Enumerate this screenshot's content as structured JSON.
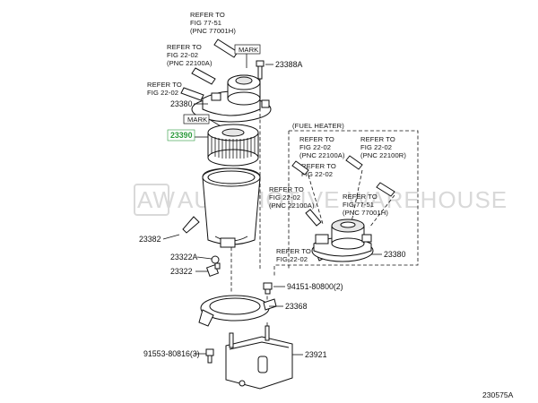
{
  "watermark": {
    "logo": "AW",
    "text": "AUTOMOTIVE WAREHOUSE"
  },
  "refs": [
    {
      "line1": "REFER TO",
      "line2": "FIG 77-51",
      "line3": "(PNC 77001H)"
    },
    {
      "line1": "REFER TO",
      "line2": "FIG 22-02",
      "line3": "(PNC 22100A)"
    },
    {
      "line1": "REFER TO",
      "line2": "FIG 22-02",
      "line3": ""
    },
    {
      "line1": "REFER TO",
      "line2": "FIG 22-02",
      "line3": "(PNC 22100A)"
    },
    {
      "line1": "REFER TO",
      "line2": "FIG 22-02",
      "line3": "(PNC 22100R)"
    },
    {
      "line1": "REFER TO",
      "line2": "FIG 22-02",
      "line3": ""
    },
    {
      "line1": "REFER TO",
      "line2": "FIG 22-02",
      "line3": "(PNC 22100A)"
    },
    {
      "line1": "REFER TO",
      "line2": "FIG 77-51",
      "line3": "(PNC 77001H)"
    },
    {
      "line1": "REFER TO",
      "line2": "FIG 22-02",
      "line3": ""
    }
  ],
  "marks": {
    "mark1": "MARK",
    "mark2": "MARK"
  },
  "fuel_heater": "(FUEL HEATER)",
  "parts": {
    "p23388A": "23388A",
    "p23380a": "23380",
    "p23390": "23390",
    "p23382": "23382",
    "p23322A": "23322A",
    "p23322": "23322",
    "p94151": "94151-80800(2)",
    "p23368": "23368",
    "p91553": "91553-80816(3)",
    "p23921": "23921",
    "p23380b": "23380"
  },
  "diagram_code": "230575A",
  "colors": {
    "highlight": "#2a9a3a",
    "ink": "#111111"
  }
}
